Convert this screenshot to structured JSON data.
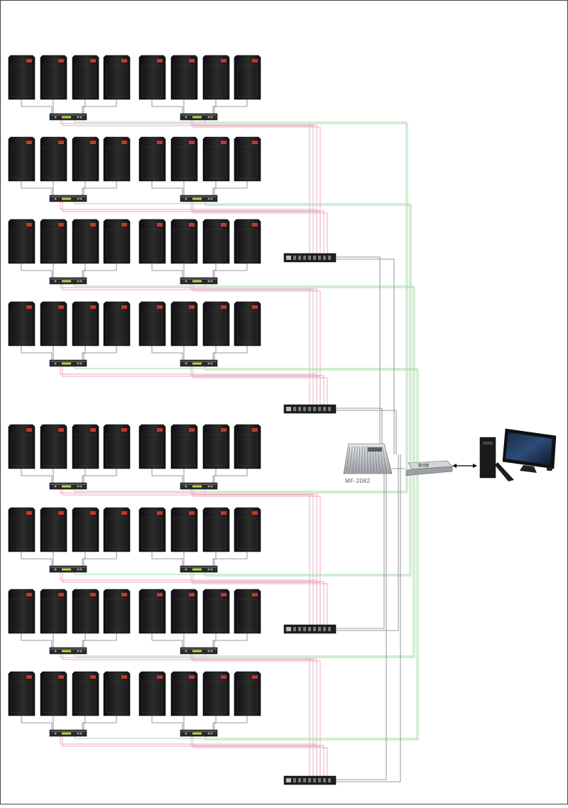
{
  "diagram": {
    "mixer_model": "MF-2082",
    "switch_label": "集线器",
    "zones": 8,
    "speakers_per_zone": 8,
    "amplifiers_per_zone": 2,
    "processors": 4
  },
  "colors": {
    "signal_pink": "#e9a6bd",
    "signal_green": "#a6d9a6",
    "cable_gray": "#7a7a7a",
    "speaker_body": "#1c1c1c",
    "speaker_front": "#2a2a2a",
    "amp_body": "#2a2a2a",
    "amp_display": "#b8d43a"
  }
}
